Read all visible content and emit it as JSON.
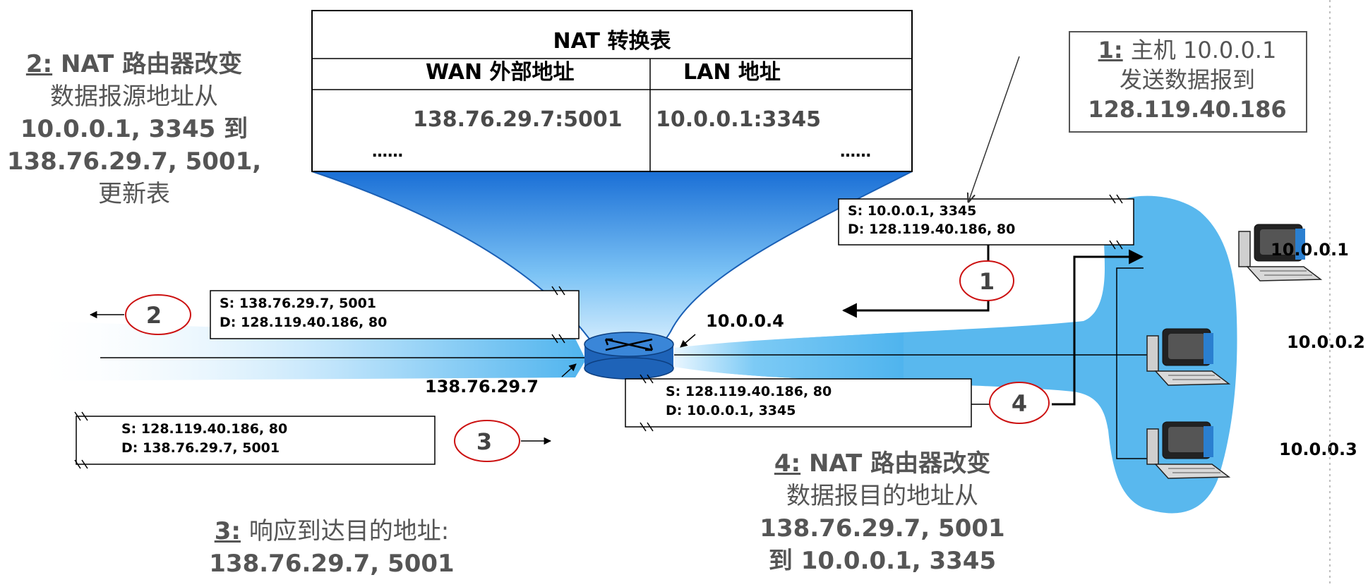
{
  "nat_table": {
    "title": "NAT 转换表",
    "col_wan": "WAN 外部地址",
    "col_lan": "LAN 地址",
    "row_wan": "138.76.29.7:5001",
    "row_lan": "10.0.0.1:3345",
    "ellipsis_left": "……",
    "ellipsis_right": "……"
  },
  "steps": {
    "s1": {
      "num": "1:",
      "lines": [
        "主机 10.0.0.1",
        "发送数据报到",
        "128.119.40.186"
      ]
    },
    "s2": {
      "num": "2:",
      "lines": [
        "NAT 路由器改变",
        "数据报源地址从",
        "10.0.0.1, 3345 到",
        "138.76.29.7, 5001,",
        "更新表"
      ]
    },
    "s3": {
      "num": "3:",
      "lines": [
        "响应到达目的地址:",
        "138.76.29.7, 5001"
      ]
    },
    "s4": {
      "num": "4:",
      "lines": [
        "NAT 路由器改变",
        "数据报目的地址从",
        "138.76.29.7, 5001",
        "到 10.0.0.1, 3345"
      ]
    }
  },
  "packets": {
    "p1": {
      "src": "S: 10.0.0.1, 3345",
      "dst": "D: 128.119.40.186, 80",
      "num": "1"
    },
    "p2": {
      "src": "S: 138.76.29.7, 5001",
      "dst": "D: 128.119.40.186, 80",
      "num": "2"
    },
    "p3": {
      "src": "S: 128.119.40.186, 80",
      "dst": "D: 138.76.29.7, 5001",
      "num": "3"
    },
    "p4": {
      "src": "S: 128.119.40.186, 80",
      "dst": "D: 10.0.0.1, 3345",
      "num": "4"
    }
  },
  "addresses": {
    "router_lan": "10.0.0.4",
    "router_wan": "138.76.29.7",
    "host1": "10.0.0.1",
    "host2": "10.0.0.2",
    "host3": "10.0.0.3"
  },
  "colors": {
    "lan_cloud": "#59b8ee",
    "router": "#1e63b8",
    "circle_red": "#cc1111",
    "caption_gray": "#555555"
  }
}
